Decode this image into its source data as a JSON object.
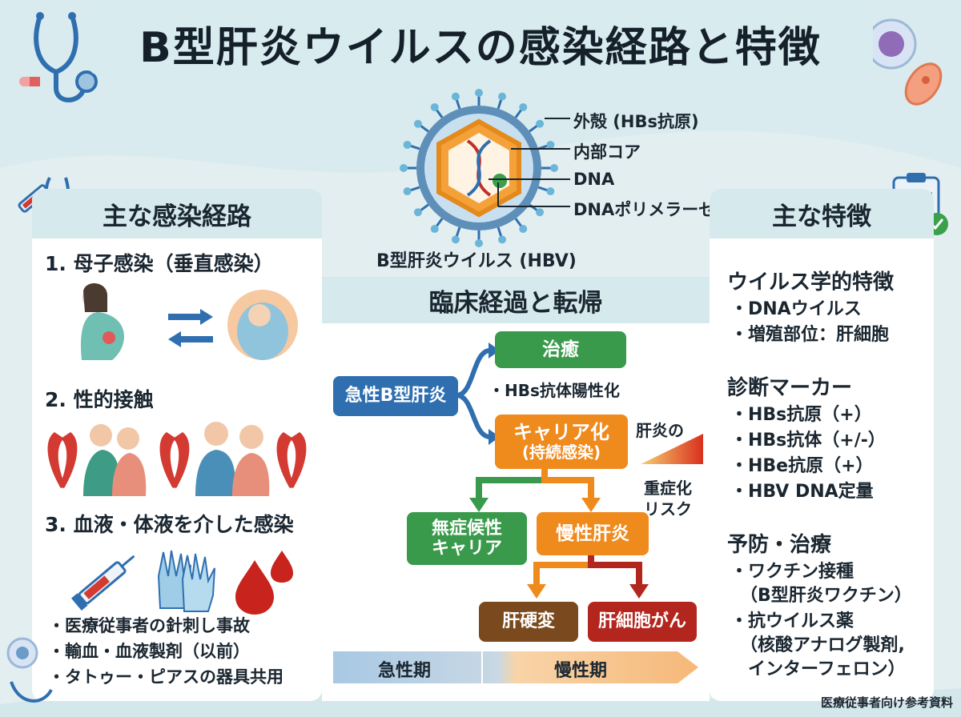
{
  "title": "B型肝炎ウイルスの感染経路と特徴",
  "virus": {
    "labels": [
      "外殻 (HBs抗原)",
      "内部コア",
      "DNA",
      "DNAポリメラーゼ"
    ],
    "caption": "B型肝炎ウイルス (HBV)"
  },
  "left": {
    "heading": "主な感染経路",
    "routes": [
      {
        "title": "1. 母子感染（垂直感染）"
      },
      {
        "title": "2. 性的接触"
      },
      {
        "title": "3. 血液・体液を介した感染"
      }
    ],
    "bullets": [
      "・医療従事者の針刺し事故",
      "・輸血・血液製剤（以前）",
      "・タトゥー・ピアスの器具共用"
    ]
  },
  "center": {
    "heading": "臨床経過と転帰",
    "acute": "急性B型肝炎",
    "cure": "治癒",
    "cure_note": "・HBs抗体陽性化",
    "carrier_line1": "キャリア化",
    "carrier_line2": "(持続感染)",
    "risk_line1": "肝炎の",
    "risk_line2": "重症化",
    "risk_line3": "リスク",
    "asym_line1": "無症候性",
    "asym_line2": "キャリア",
    "chronic": "慢性肝炎",
    "cirrhosis": "肝硬変",
    "cancer": "肝細胞がん",
    "phase_acute": "急性期",
    "phase_chronic": "慢性期"
  },
  "right": {
    "heading": "主な特徴",
    "sections": [
      {
        "title": "ウイルス学的特徴",
        "items": [
          "・DNAウイルス",
          "・増殖部位：肝細胞"
        ]
      },
      {
        "title": "診断マーカー",
        "items": [
          "・HBs抗原（+）",
          "・HBs抗体（+/-）",
          "・HBe抗原（+）",
          "・HBV DNA定量"
        ]
      },
      {
        "title": "予防・治療",
        "items": [
          "・ワクチン接種",
          "（B型肝炎ワクチン）",
          "・抗ウイルス薬",
          "（核酸アナログ製剤,",
          "インターフェロン）"
        ]
      }
    ]
  },
  "footnote": "医療従事者向け参考資料",
  "colors": {
    "blue": "#2f6fb0",
    "green": "#3a9a4c",
    "orange": "#ef8a1c",
    "brown": "#7a4a1e",
    "red": "#b3261e",
    "header": "#d6e9ec"
  }
}
